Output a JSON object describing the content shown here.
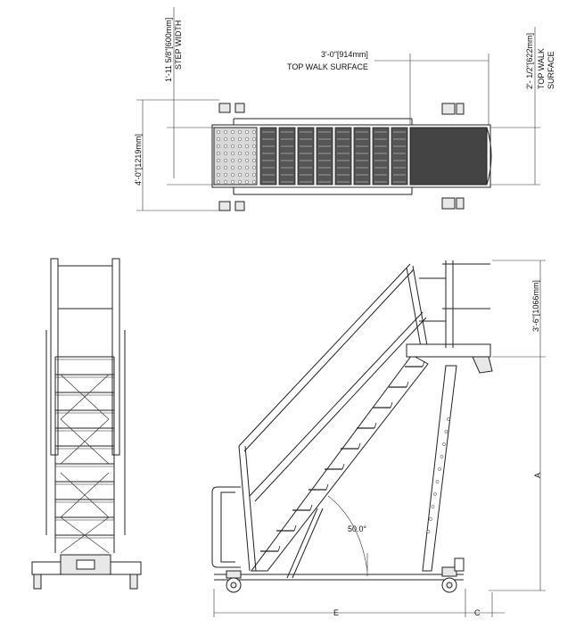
{
  "labels": {
    "step_width_value": "1'-11 5/8\"[600mm]",
    "step_width_caption": "STEP WIDTH",
    "top_walk_width_value": "3'-0\"[914mm]",
    "top_walk_width_caption": "TOP WALK SURFACE",
    "top_walk_depth_value": "2'- 1/2\"[622mm]",
    "top_walk_depth_caption_1": "TOP WALK",
    "top_walk_depth_caption_2": "SURFACE",
    "overall_width_value": "4'-0\"[1219mm]",
    "handrail_height_value": "3'-6\"[1066mm]",
    "dim_a": "A",
    "dim_e": "E",
    "dim_c": "C",
    "angle": "50.0°"
  }
}
